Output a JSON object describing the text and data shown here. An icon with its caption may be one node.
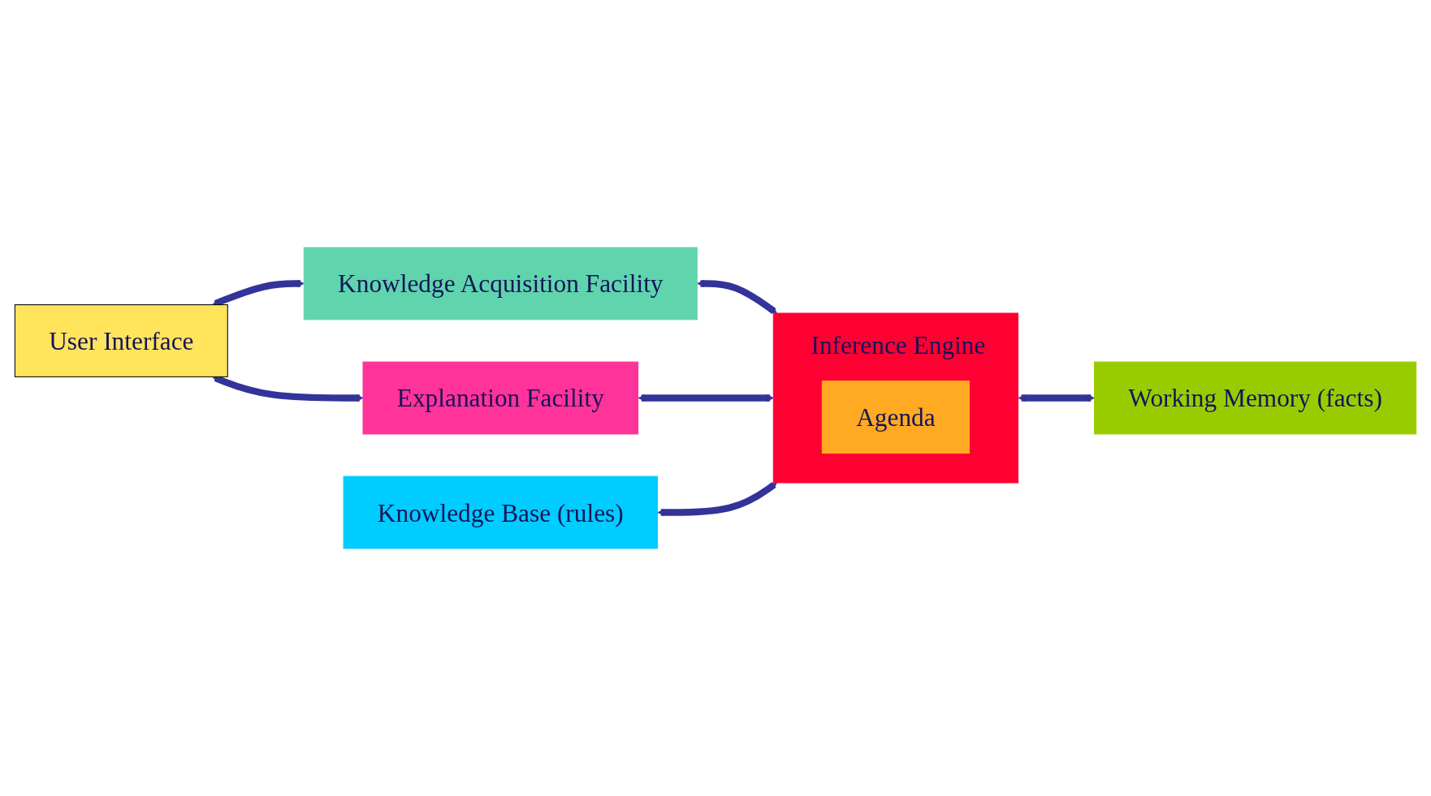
{
  "diagram": {
    "nodes": [
      {
        "text": [
          "User Interface"
        ]
      },
      {
        "text": [
          "Knowledge Acquisition Facility"
        ]
      },
      {
        "text": [
          "Explanation Facility"
        ]
      },
      {
        "text": [
          "Knowledge Base (rules)"
        ]
      },
      {
        "text": [
          "Inference Engine"
        ]
      },
      {
        "text": [
          "Agenda"
        ],
        "in": 4
      },
      {
        "text": [
          "Working Memory (facts)"
        ]
      }
    ],
    "edges": [
      {
        "from": 0,
        "to": 1,
        "arrow": "both"
      },
      {
        "from": 0,
        "to": 2,
        "arrow": "both"
      },
      {
        "from": 1,
        "to": 4,
        "arrow": "both"
      },
      {
        "from": 2,
        "to": 4,
        "arrow": "both"
      },
      {
        "from": 3,
        "to": 4,
        "arrow": "both"
      },
      {
        "from": 4,
        "to": 6,
        "arrow": "both"
      }
    ]
  }
}
